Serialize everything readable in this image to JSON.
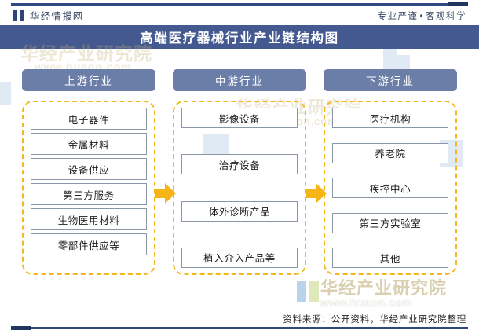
{
  "brand": {
    "logo_icon": "open-book-icon",
    "name": "华经情报网",
    "slogan_left": "专业严谨",
    "slogan_dot": "•",
    "slogan_right": "客观科学"
  },
  "header": {
    "title": "高端医疗器械行业产业链结构图"
  },
  "colors": {
    "title_bar": "#44598f",
    "column_header": "#6b7ea8",
    "dashed_border": "#f2b81e",
    "arrow": "#f7b416",
    "node_border": "#8b95a8",
    "accent_rule": "#2e4a80"
  },
  "chain": {
    "columns": [
      {
        "header": "上游行业",
        "nodes": [
          "电子器件",
          "金属材料",
          "设备供应",
          "第三方服务",
          "生物医用材料",
          "零部件供应等"
        ]
      },
      {
        "header": "中游行业",
        "nodes": [
          "影像设备",
          "治疗设备",
          "体外诊断产品",
          "植入介入产品等"
        ]
      },
      {
        "header": "下游行业",
        "nodes": [
          "医疗机构",
          "养老院",
          "疾控中心",
          "第三方实验室",
          "其他"
        ]
      }
    ],
    "arrows": [
      {
        "name": "arrow-upstream-to-midstream",
        "direction": "right"
      },
      {
        "name": "arrow-midstream-to-downstream",
        "direction": "right"
      }
    ]
  },
  "watermarks": {
    "institute": "华经产业研究院",
    "site": "www.huaon.com"
  },
  "footer": {
    "source": "资料来源：公开资料，华经产业研究院整理"
  }
}
